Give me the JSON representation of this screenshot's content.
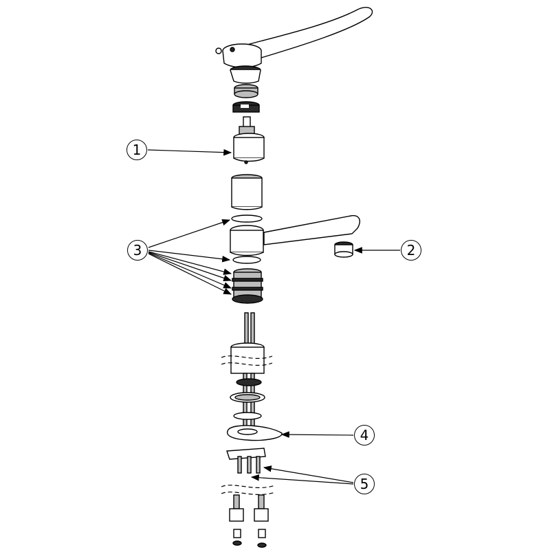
{
  "callouts": [
    {
      "id": "1",
      "label": "1"
    },
    {
      "id": "2",
      "label": "2"
    },
    {
      "id": "3",
      "label": "3"
    },
    {
      "id": "4",
      "label": "4"
    },
    {
      "id": "5",
      "label": "5"
    }
  ],
  "colors": {
    "line": "#000000",
    "shade": "#bdbdbd",
    "dark": "#2a2a2a"
  }
}
